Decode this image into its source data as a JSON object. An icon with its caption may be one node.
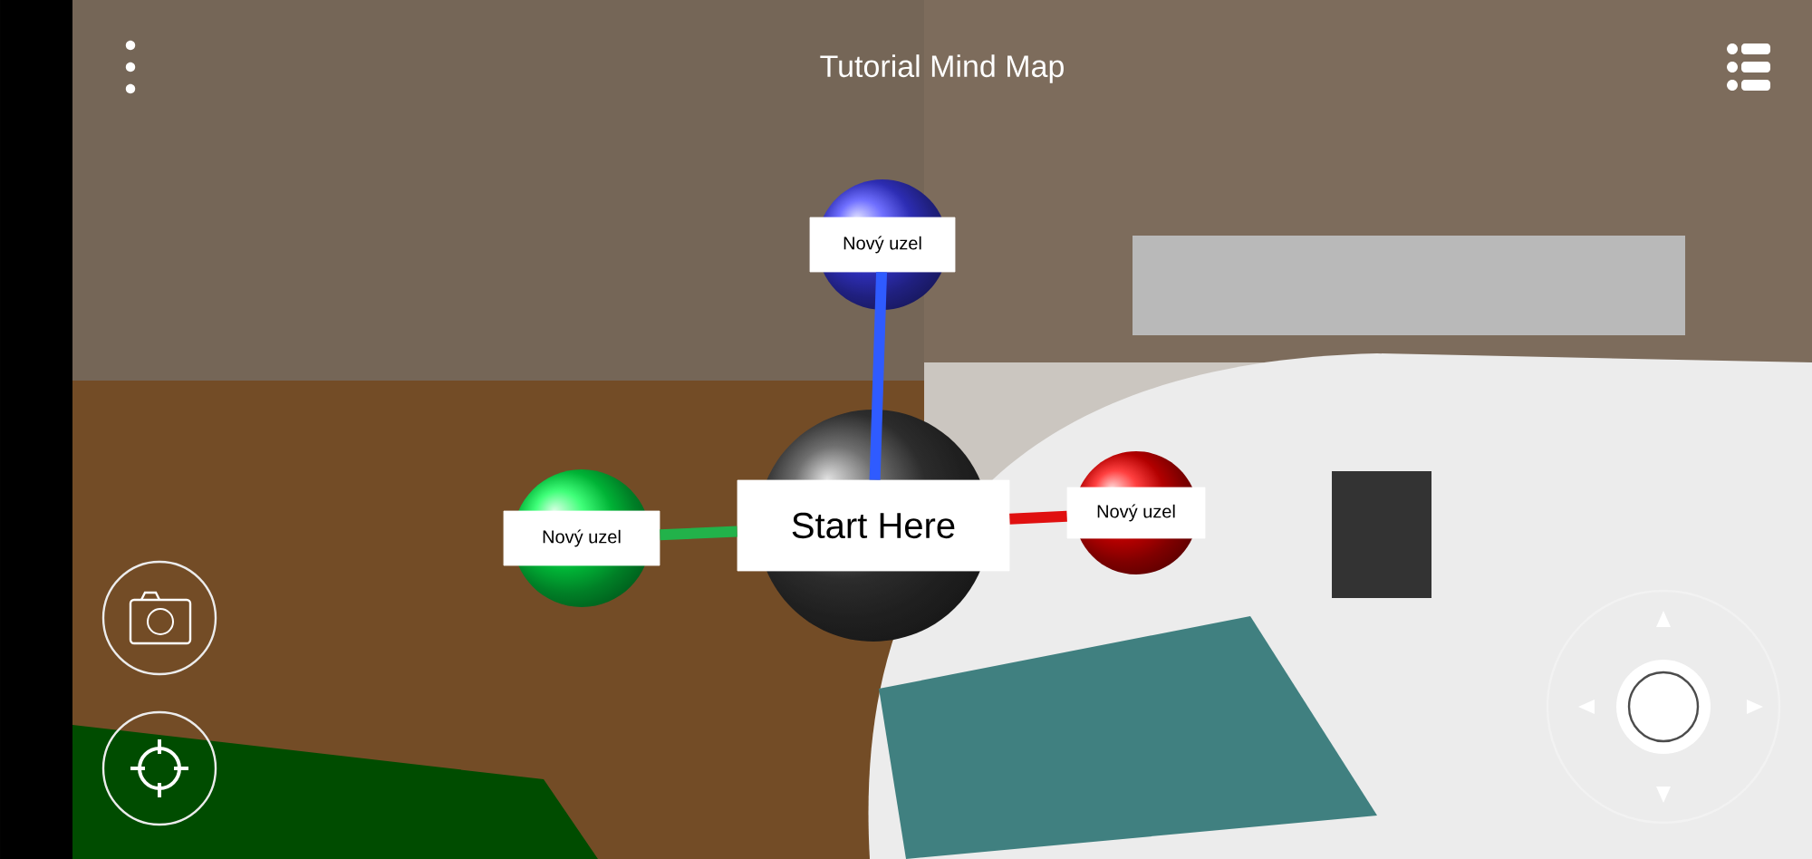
{
  "diagram": {
    "title": "Tutorial Mind Map",
    "nodes": [
      {
        "text": [
          "Start Here"
        ]
      },
      {
        "text": [
          "Nový uzel"
        ]
      },
      {
        "text": [
          "Nový uzel"
        ]
      },
      {
        "text": [
          "Nový uzel"
        ]
      }
    ],
    "edges": [
      {
        "from": 0,
        "to": 1,
        "arrow": "none",
        "color": "#2f5bff"
      },
      {
        "from": 0,
        "to": 2,
        "arrow": "none",
        "color": "#22b24a"
      },
      {
        "from": 0,
        "to": 3,
        "arrow": "none",
        "color": "#e01010"
      }
    ]
  }
}
